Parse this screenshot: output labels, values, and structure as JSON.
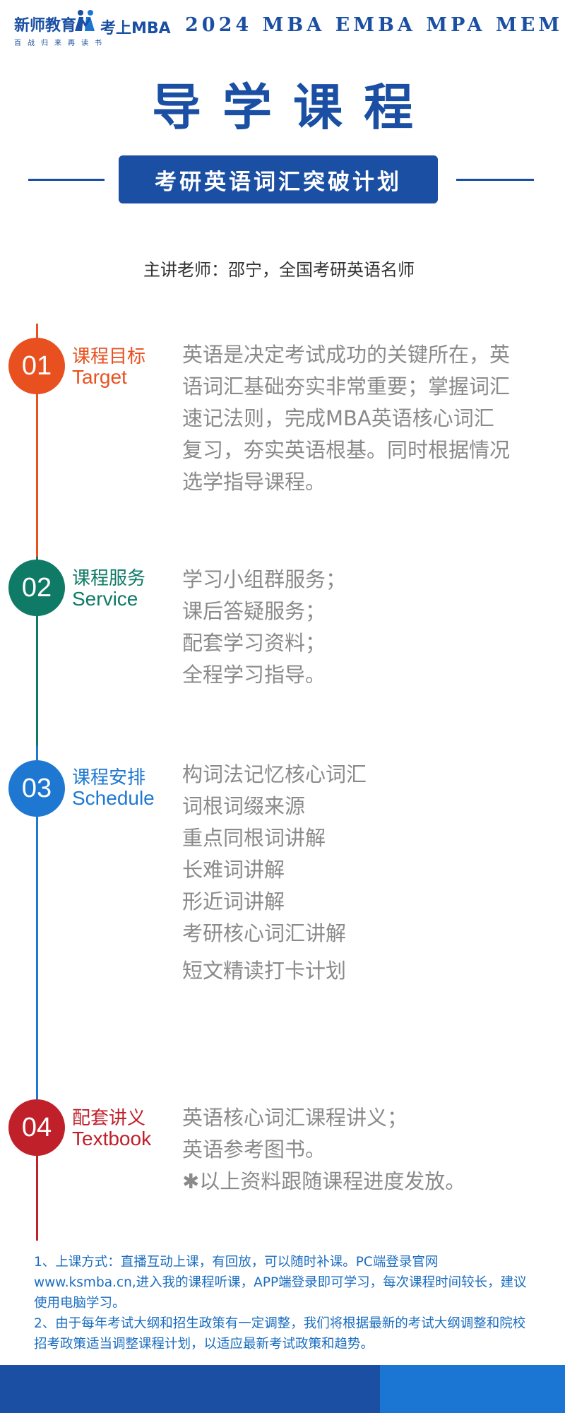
{
  "header": {
    "logo_cn": "新师教育",
    "logo_en": "考上MBA",
    "logo_tagline": "百战归来再读书",
    "programs": "2024 MBA EMBA MPA MEM"
  },
  "title": "导学课程",
  "subtitle": "考研英语词汇突破计划",
  "teacher": "主讲老师：邵宁，全国考研英语名师",
  "colors": {
    "brand_blue": "#1a4fa3",
    "orange_red": "#e8511f",
    "teal": "#0f7a66",
    "blue": "#1e78d2",
    "dark_red": "#c0202a"
  },
  "sections": [
    {
      "number": "01",
      "label_cn": "课程目标",
      "label_en": "Target",
      "paragraph": "英语是决定考试成功的关键所在，英语词汇基础夯实非常重要；掌握词汇速记法则，完成MBA英语核心词汇复习，夯实英语根基。同时根据情况选学指导课程。"
    },
    {
      "number": "02",
      "label_cn": "课程服务",
      "label_en": "Service",
      "lines": [
        "学习小组群服务；",
        "课后答疑服务；",
        "配套学习资料；",
        "全程学习指导。"
      ]
    },
    {
      "number": "03",
      "label_cn": "课程安排",
      "label_en": "Schedule",
      "lines": [
        "构词法记忆核心词汇",
        "词根词缀来源",
        "重点同根词讲解",
        "长难词讲解",
        "形近词讲解",
        "考研核心词汇讲解",
        "短文精读打卡计划"
      ]
    },
    {
      "number": "04",
      "label_cn": "配套讲义",
      "label_en": "Textbook",
      "lines": [
        "英语核心词汇课程讲义；",
        "英语参考图书。",
        "✱以上资料跟随课程进度发放。"
      ]
    }
  ],
  "notes": [
    "1、上课方式：直播互动上课，有回放，可以随时补课。PC端登录官网www.ksmba.cn,进入我的课程听课，APP端登录即可学习，每次课程时间较长，建议使用电脑学习。",
    "2、由于每年考试大纲和招生政策有一定调整，我们将根据最新的考试大纲调整和院校招考政策适当调整课程计划，以适应最新考试政策和趋势。"
  ]
}
